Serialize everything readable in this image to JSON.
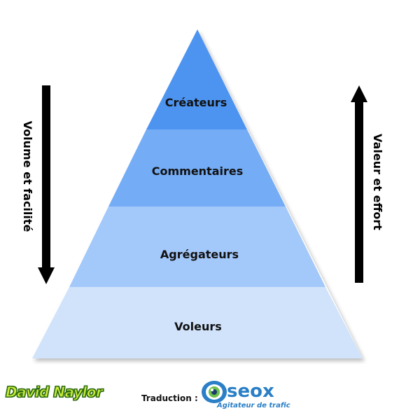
{
  "pyramid": {
    "levels": [
      {
        "label": "Créateurs",
        "color": "#4d94f0"
      },
      {
        "label": "Commentaires",
        "color": "#74acf6"
      },
      {
        "label": "Agrégateurs",
        "color": "#a3c8fa"
      },
      {
        "label": "Voleurs",
        "color": "#d0e3fb"
      }
    ]
  },
  "left_arrow": {
    "label": "Volume et facilité",
    "direction": "down"
  },
  "right_arrow": {
    "label": "Valeur et effort",
    "direction": "up"
  },
  "footer": {
    "brand_left": "David Naylor",
    "traduction_label": "Traduction :",
    "brand_right": "seox",
    "brand_right_tagline": "Agitateur de trafic"
  }
}
